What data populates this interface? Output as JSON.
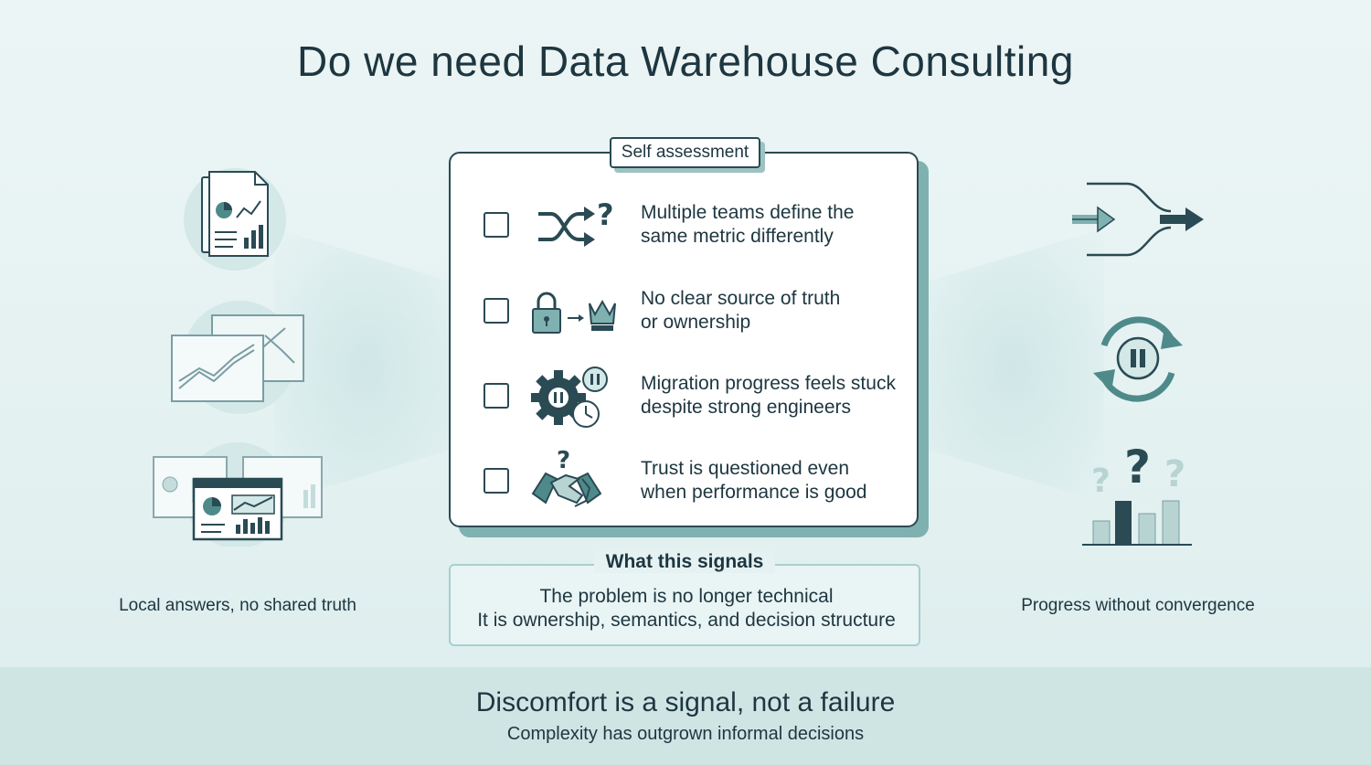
{
  "title": "Do we need Data Warehouse Consulting",
  "card": {
    "tab_label": "Self assessment",
    "items": [
      {
        "icon": "shuffle-question-icon",
        "line1": "Multiple teams define the",
        "line2": "same metric differently"
      },
      {
        "icon": "lock-to-crown-icon",
        "line1": "No clear source of truth",
        "line2": "or ownership"
      },
      {
        "icon": "gear-pause-clock-icon",
        "line1": "Migration progress feels stuck",
        "line2": "despite strong engineers"
      },
      {
        "icon": "handshake-question-icon",
        "line1": "Trust is questioned even",
        "line2": "when performance is good"
      }
    ]
  },
  "signals": {
    "title": "What this signals",
    "line1": "The problem is no longer technical",
    "line2": "It is ownership, semantics, and decision structure"
  },
  "left": {
    "caption": "Local answers, no shared truth",
    "icons": [
      "report-documents-icon",
      "trend-charts-icon",
      "dashboard-windows-icon"
    ]
  },
  "right": {
    "caption": "Progress without convergence",
    "icons": [
      "funnel-arrows-icon",
      "cycle-pause-icon",
      "question-bar-chart-icon"
    ]
  },
  "footer": {
    "main": "Discomfort is a signal, not a failure",
    "sub": "Complexity has outgrown informal decisions"
  },
  "colors": {
    "ink": "#2a4a54",
    "accent": "#4e8a8a",
    "light": "#a9cfcf"
  }
}
